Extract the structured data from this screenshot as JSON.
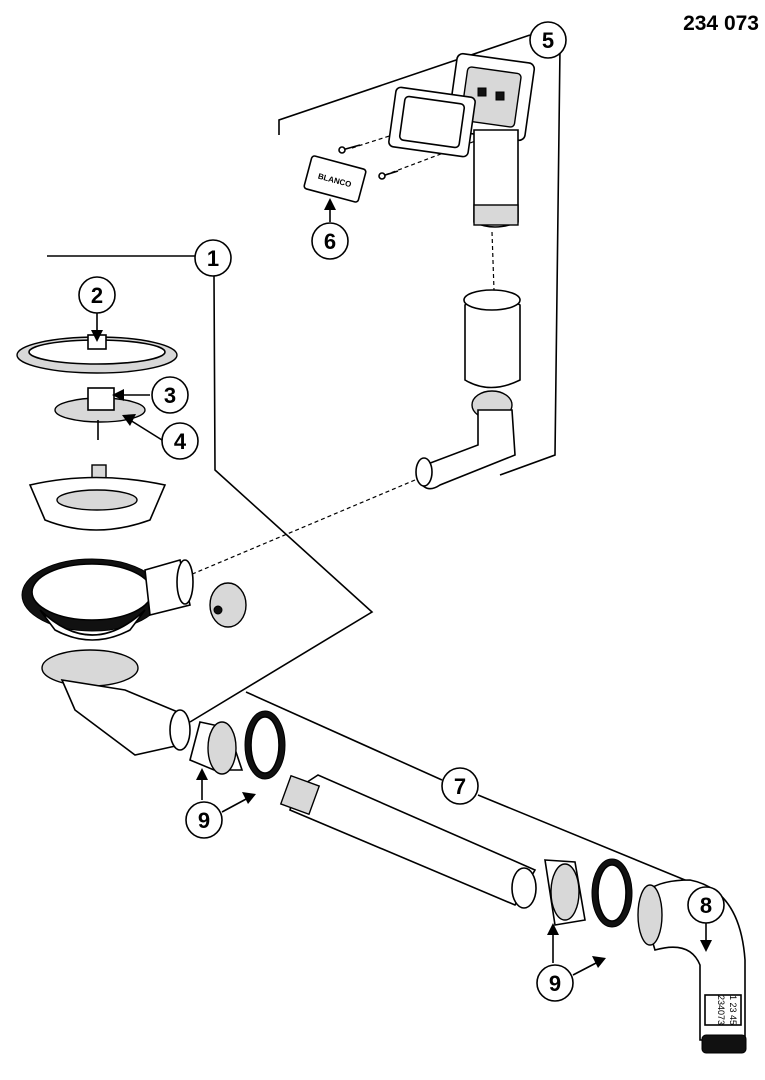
{
  "document_number": "234 073",
  "callouts": [
    "1",
    "2",
    "3",
    "4",
    "5",
    "6",
    "7",
    "8",
    "9",
    "9"
  ],
  "part_labels": {
    "logo_badge": "BLANCO",
    "elbow_line1": "234073",
    "elbow_line2": "1 23 45"
  }
}
